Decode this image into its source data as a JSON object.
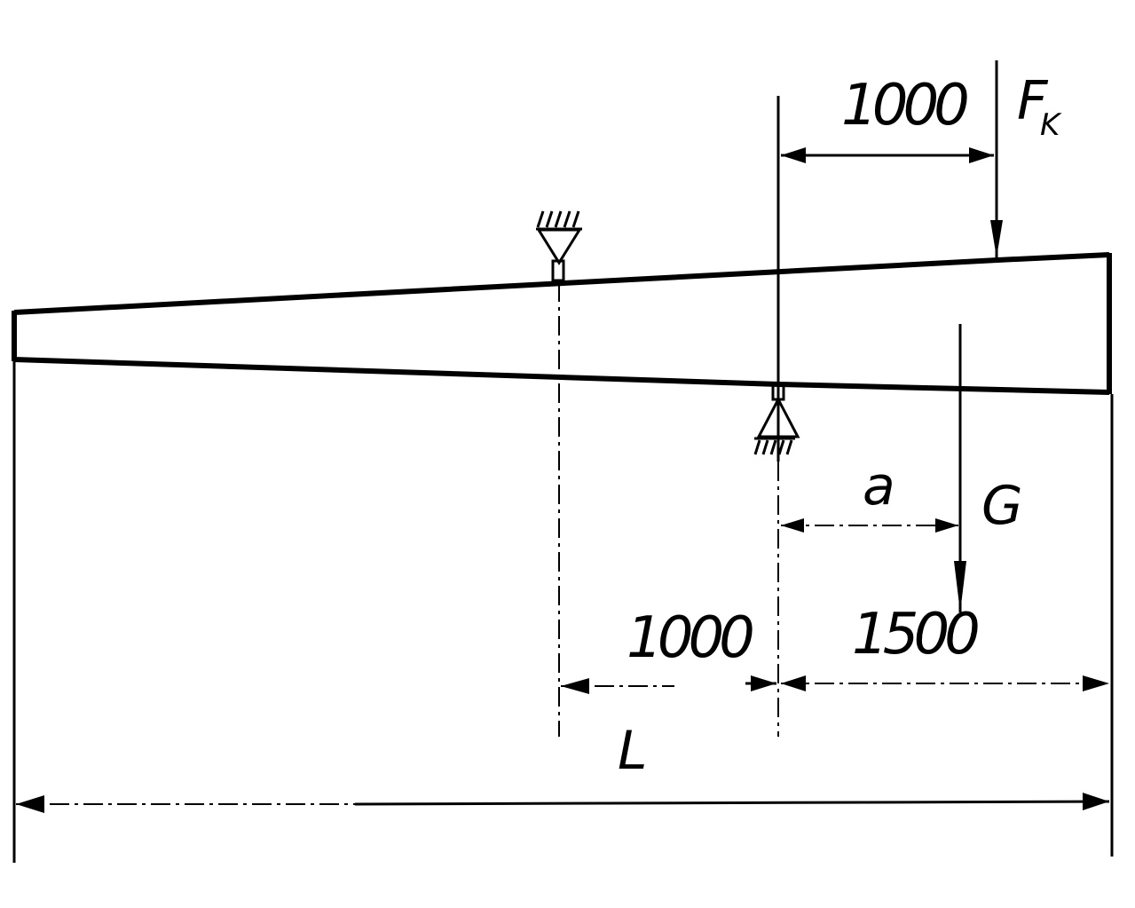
{
  "labels": {
    "dim_top": "1000",
    "force_symbol": "F",
    "force_subscript": "K",
    "dim_a": "a",
    "gravity_symbol": "G",
    "dim_left": "1000",
    "dim_right": "1500",
    "length_symbol": "L"
  },
  "colors": {
    "ink": "#000000",
    "background": "#ffffff"
  },
  "icons": {
    "upper_support": "fixed-pin-support-hanging",
    "lower_support": "fixed-pin-support-standing",
    "force_arrow": "down-arrow",
    "weight_arrow": "down-arrow"
  }
}
